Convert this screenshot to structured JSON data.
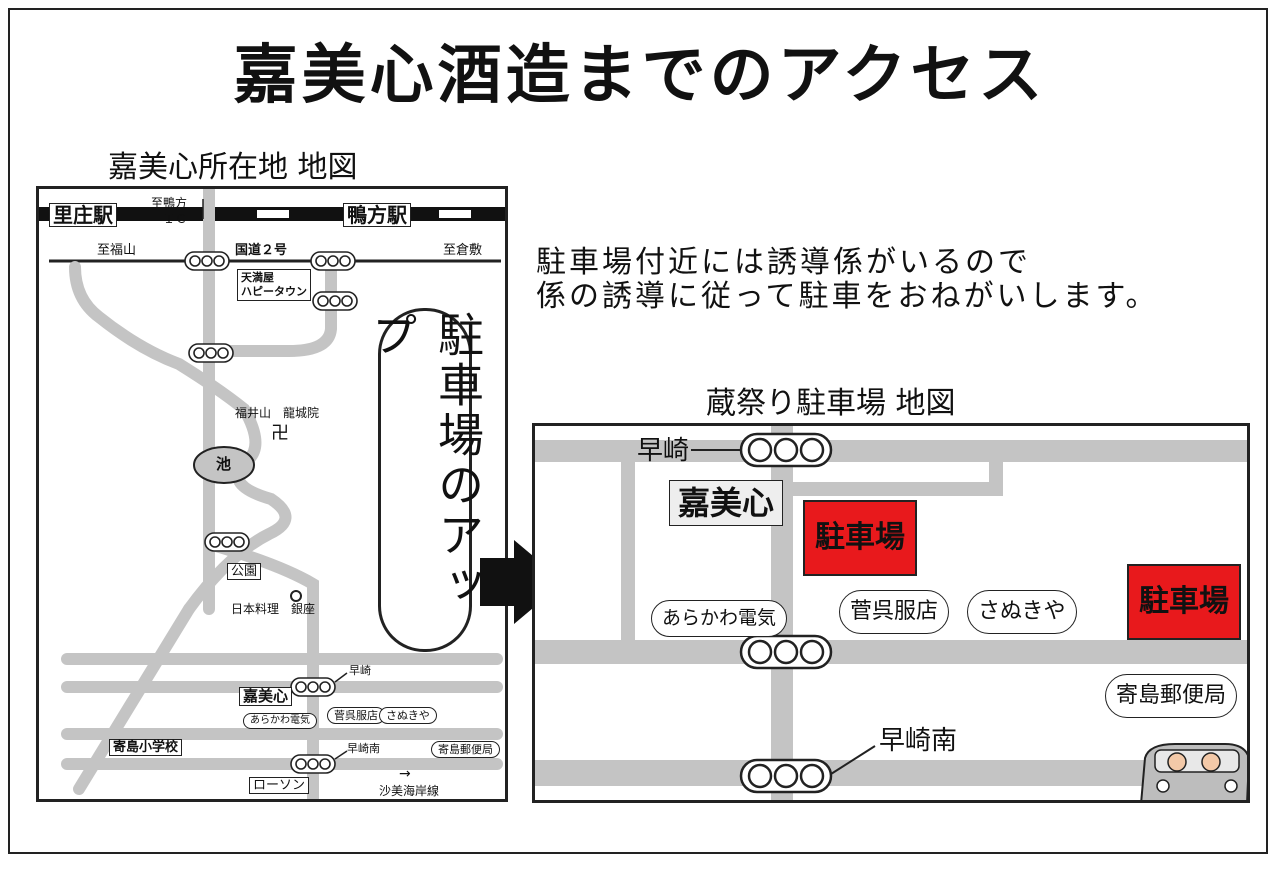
{
  "title": "嘉美心酒造までのアクセス",
  "left_map": {
    "heading": "嘉美心所在地 地図",
    "station_left": "里庄駅",
    "station_right": "鴨方駅",
    "to_kamogata": "至鴨方",
    "ic": "ＩＣ",
    "to_fukuyama": "至福山",
    "route2": "国道２号",
    "to_kurashiki": "至倉敷",
    "tenmaya": "天満屋",
    "happy_town": "ハピータウン",
    "temple": "福井山　龍城院",
    "temple_symbol": "卍",
    "pond": "池",
    "park": "公園",
    "restaurant": "日本料理　銀座",
    "hayasaki": "早崎",
    "kabishin": "嘉美心",
    "arakawa": "あらかわ電気",
    "kure": "菅呉服店",
    "sanukiya": "さぬきや",
    "school": "寄島小学校",
    "hayasaki_minami": "早崎南",
    "post_office": "寄島郵便局",
    "lawson": "ローソン",
    "coast_line": "沙美海岸線",
    "coast_arrow": "→"
  },
  "zoom_label": "駐車場のアップ",
  "notice": {
    "line1": "駐車場付近には誘導係がいるので",
    "line2": "係の誘導に従って駐車をおねがいします。"
  },
  "right_map": {
    "heading": "蔵祭り駐車場 地図",
    "hayasaki": "早崎",
    "kabishin": "嘉美心",
    "parking1": "駐車場",
    "parking2": "駐車場",
    "arakawa": "あらかわ電気",
    "kure": "菅呉服店",
    "sanukiya": "さぬきや",
    "post_office": "寄島郵便局",
    "hayasaki_minami": "早崎南"
  },
  "colors": {
    "road": "#c4c4c4",
    "parking": "#e8191c",
    "line": "#222222"
  }
}
